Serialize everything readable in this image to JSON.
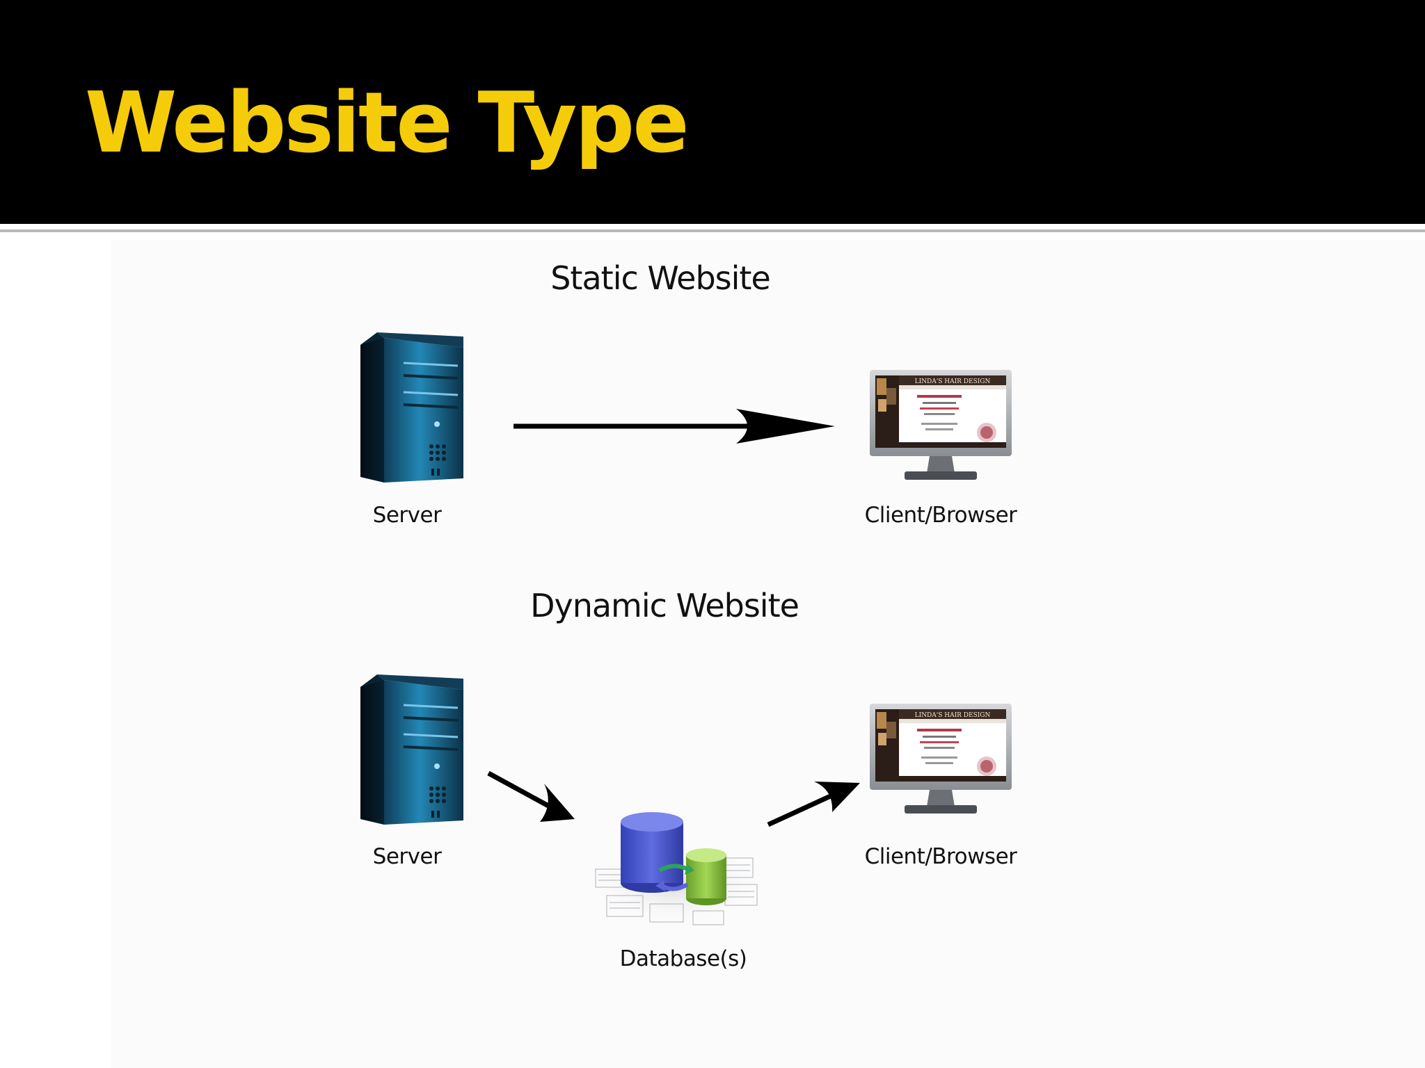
{
  "slide": {
    "title": "Website Type"
  },
  "static_section": {
    "title": "Static Website",
    "server_label": "Server",
    "client_label": "Client/Browser"
  },
  "dynamic_section": {
    "title": "Dynamic Website",
    "server_label": "Server",
    "database_label": "Database(s)",
    "client_label": "Client/Browser"
  },
  "screen_content": {
    "site_name": "LINDA'S HAIR DESIGN"
  },
  "colors": {
    "title": "#f5cc0a",
    "header_background": "#000000",
    "server": "#1d6f98",
    "database_primary": "#4b57cf",
    "database_secondary": "#8ec43d"
  }
}
